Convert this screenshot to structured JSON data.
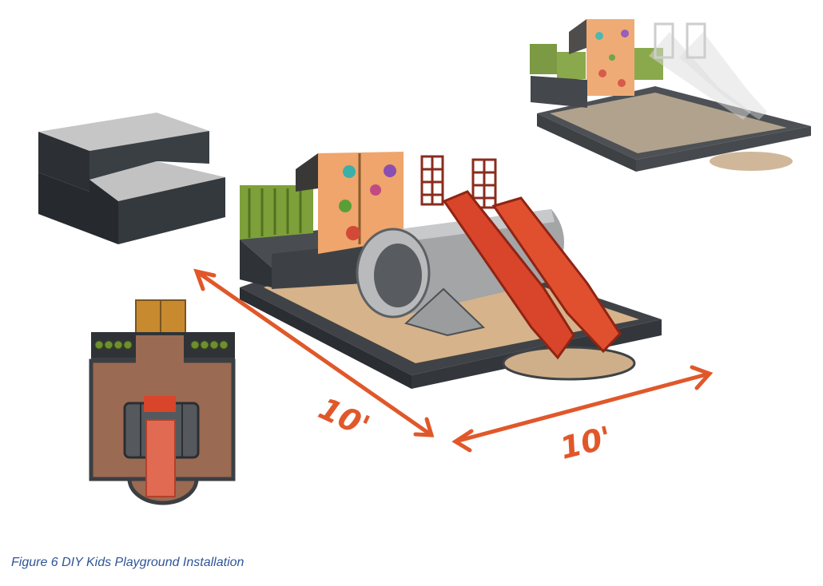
{
  "caption": "Figure 6 DIY Kids Playground Installation",
  "dimensions": {
    "left": "10'",
    "right": "10'"
  },
  "colors": {
    "annotation": "#e0582a",
    "caption": "#2f5597",
    "slide": "#d9452a",
    "sand": "#d7b48c",
    "wall": "#3a3e42",
    "step_top": "#c4c4c4",
    "step_side": "#2e3236",
    "climbing_wall": "#efa56b",
    "hedge": "#7ea03a"
  },
  "icons": {
    "steps": "stair-block-icon",
    "playground": "playground-isometric-icon",
    "plan": "playground-plan-icon",
    "preview": "playground-ghost-preview-icon"
  }
}
